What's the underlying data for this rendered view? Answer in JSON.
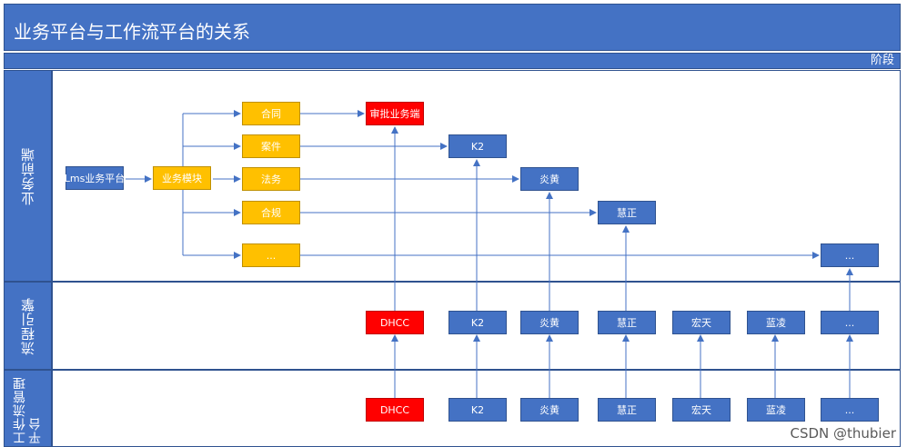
{
  "title": "业务平台与工作流平台的关系",
  "phase_label": "阶段",
  "lanes": {
    "front": "业务前端",
    "engine": "流程引擎",
    "platform": "工作流管理平台"
  },
  "front": {
    "lms": "Lms业务平台",
    "module": "业务模块",
    "contract": "合同",
    "case": "案件",
    "legal": "法务",
    "compliance": "合规",
    "more": "...",
    "approval": "审批业务端",
    "k2": "K2",
    "yanhuang": "炎黄",
    "huizheng": "慧正",
    "more2": "..."
  },
  "engine": {
    "dhcc": "DHCC",
    "k2": "K2",
    "yanhuang": "炎黄",
    "huizheng": "慧正",
    "hongtian": "宏天",
    "lanling": "蓝凌",
    "more": "..."
  },
  "platform": {
    "dhcc": "DHCC",
    "k2": "K2",
    "yanhuang": "炎黄",
    "huizheng": "慧正",
    "hongtian": "宏天",
    "lanling": "蓝凌",
    "more": "..."
  },
  "watermark": "CSDN @thubier"
}
